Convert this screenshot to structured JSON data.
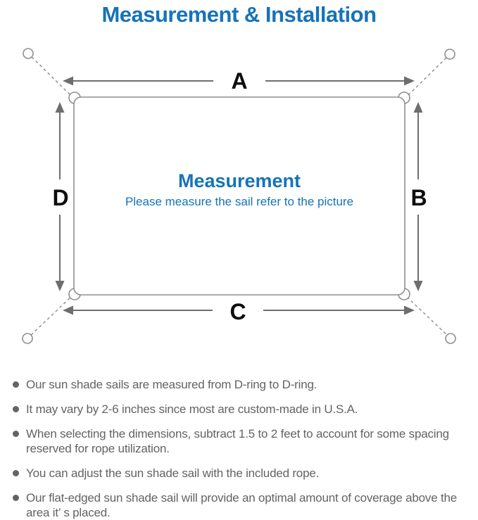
{
  "title": "Measurement & Installation",
  "colors": {
    "accent": "#1673b8",
    "label": "#0d0d0d",
    "arrow": "#6e6e6e",
    "outline": "#8f8f8f",
    "note": "#636363"
  },
  "diagram": {
    "dimension_labels": {
      "top": "A",
      "right": "B",
      "bottom": "C",
      "left": "D"
    },
    "center_title": "Measurement",
    "center_subtitle": "Please measure the sail refer to the picture"
  },
  "notes": [
    "Our sun shade sails are measured from D-ring to D-ring.",
    "It may vary by 2-6 inches since most are custom-made in U.S.A.",
    "When selecting the dimensions, subtract 1.5 to 2 feet to account for some spacing reserved for rope utilization.",
    "You can adjust the sun shade sail with the included rope.",
    "Our flat-edged sun shade sail will provide an optimal amount of coverage above the area it’ s placed."
  ]
}
